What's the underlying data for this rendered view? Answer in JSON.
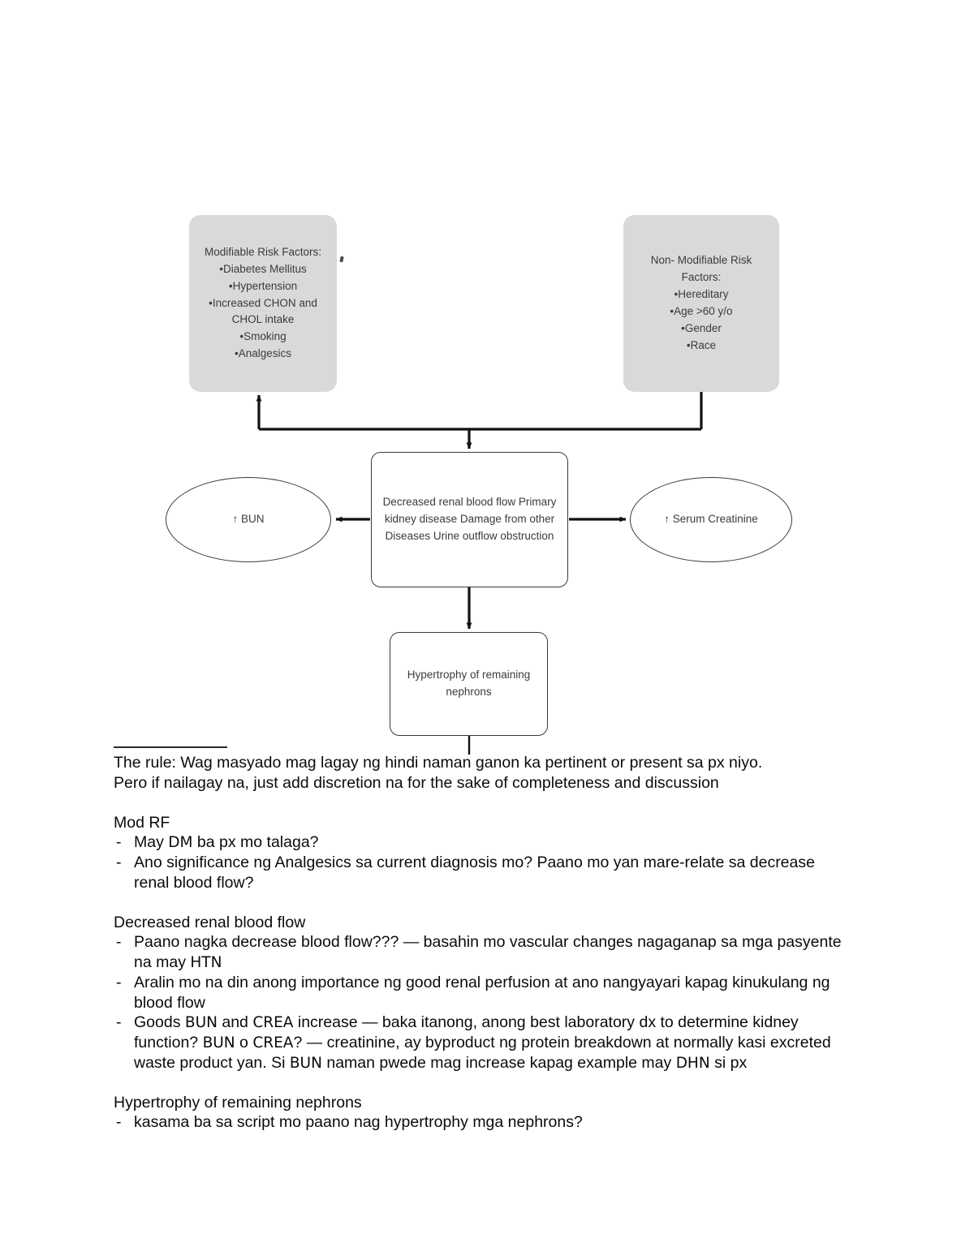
{
  "diagram": {
    "nodes": {
      "modifiable_risk": "Modifiable Risk Factors:\n•Diabetes Mellitus\n•Hypertension\n•Increased CHON and\nCHOL intake\n•Smoking\n•Analgesics",
      "non_modifiable_risk": "Non- Modifiable Risk\nFactors:\n•Hereditary\n•Age >60 y/o\n•Gender\n•Race",
      "center_process": "Decreased renal blood flow Primary\nkidney disease Damage from other\nDiseases Urine outflow obstruction",
      "bun_outcome": "↑ BUN",
      "creatinine_outcome": "↑ Serum Creatinine",
      "hypertrophy": "Hypertrophy of remaining\nnephrons"
    },
    "colors": {
      "risk_box_fill": "#d9d9d9",
      "node_stroke": "#3a3a3a",
      "connector": "#111111",
      "node_text": "#3b3b3b"
    }
  },
  "notes": {
    "rule_line1": "The rule: Wag masyado mag lagay ng hindi naman ganon ka pertinent or present sa px niyo.",
    "rule_line2": "Pero if nailagay na, just add discretion na for the sake of completeness and discussion",
    "sections": [
      {
        "heading": "Mod RF",
        "items": [
          "May DM ba px mo talaga?",
          "Ano significance ng Analgesics sa current diagnosis mo? Paano mo yan mare-relate sa decrease renal blood flow?"
        ]
      },
      {
        "heading": "Decreased renal blood flow",
        "items": [
          "Paano nagka decrease blood flow??? — basahin mo vascular changes nagaganap sa mga pasyente na may HTN",
          "Aralin mo na din anong importance ng good renal perfusion at ano nangyayari kapag kinukulang ng blood flow",
          "Goods BUN and CREA increase — baka itanong, anong best laboratory dx to determine kidney function? BUN o CREA? — creatinine, ay byproduct ng protein breakdown at normally kasi excreted waste product yan. Si BUN naman pwede mag increase kapag example may DHN si px"
        ]
      },
      {
        "heading": "Hypertrophy of remaining nephrons",
        "items": [
          "kasama ba sa script mo paano nag hypertrophy mga nephrons?"
        ]
      }
    ]
  }
}
